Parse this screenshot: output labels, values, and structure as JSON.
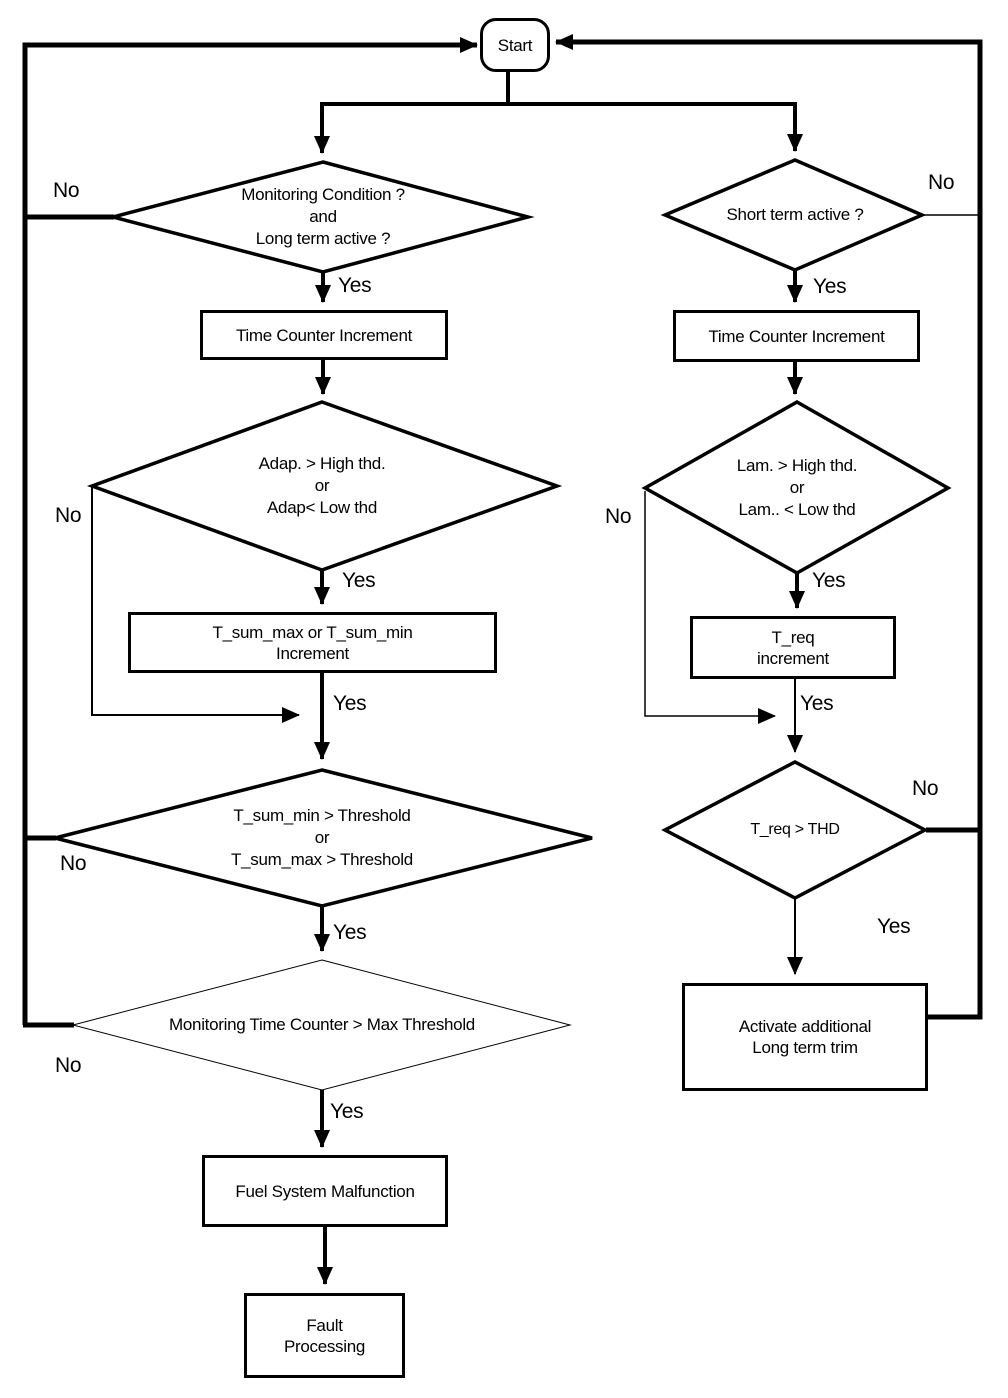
{
  "diagram": {
    "start": {
      "label": "Start"
    },
    "decisions": {
      "monitoring_condition": {
        "lines": [
          "Monitoring  Condition ?",
          "and",
          "Long term active ?"
        ]
      },
      "adap_threshold": {
        "lines": [
          "Adap. > High thd.",
          "or",
          "Adap< Low thd"
        ]
      },
      "t_sum_threshold": {
        "lines": [
          "T_sum_min > Threshold",
          "or",
          "T_sum_max > Threshold"
        ]
      },
      "monitoring_time_counter": {
        "lines": [
          "Monitoring Time Counter > Max Threshold"
        ]
      },
      "short_term_active": {
        "lines": [
          "Short term active ?"
        ]
      },
      "lam_threshold": {
        "lines": [
          "Lam. > High thd.",
          "or",
          "Lam.. < Low thd"
        ]
      },
      "t_req_thd": {
        "lines": [
          "T_req > THD"
        ]
      }
    },
    "processes": {
      "time_counter_increment_left": {
        "lines": [
          "Time Counter Increment"
        ]
      },
      "t_sum_increment": {
        "lines": [
          "T_sum_max or  T_sum_min",
          "Increment"
        ]
      },
      "fuel_system_malfunction": {
        "lines": [
          "Fuel System Malfunction"
        ]
      },
      "fault_processing": {
        "lines": [
          "Fault",
          "Processing"
        ]
      },
      "time_counter_increment_right": {
        "lines": [
          "Time Counter Increment"
        ]
      },
      "t_req_increment": {
        "lines": [
          "T_req",
          "increment"
        ]
      },
      "activate_long_term_trim": {
        "lines": [
          "Activate additional",
          "Long term trim"
        ]
      }
    },
    "labels": {
      "yes": "Yes",
      "no": "No"
    },
    "colors": {
      "line": "#000000",
      "background": "#ffffff"
    }
  }
}
